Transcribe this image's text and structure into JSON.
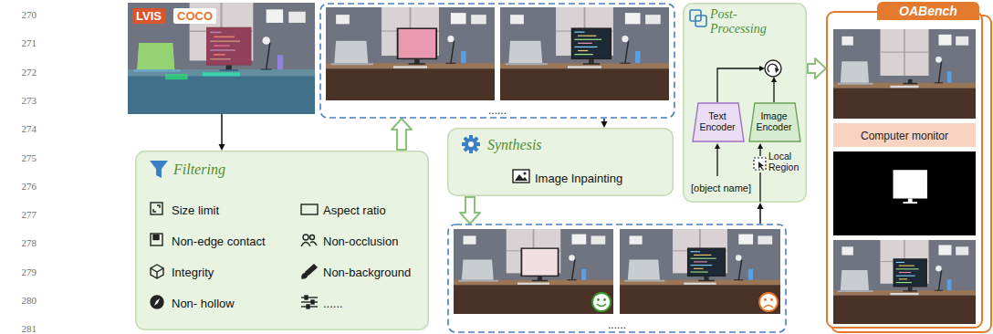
{
  "diagram": {
    "nodes": [
      {
        "text": [
          "LVIS",
          "COCO"
        ]
      },
      {
        "text": [
          "......"
        ]
      },
      {
        "text": [
          "Post-Processing"
        ]
      },
      {
        "text": [
          "Text Encoder"
        ],
        "in": 2
      },
      {
        "text": [
          "Image Encoder"
        ],
        "in": 2
      },
      {
        "text": [
          "OABench"
        ]
      },
      {
        "text": [
          "Computer monitor"
        ],
        "in": 5
      },
      {
        "text": [
          "Filtering",
          "Size limit",
          "Aspect ratio",
          "Non-edge contact",
          "Non-occlusion",
          "Integrity",
          "Non-background",
          "Non- hollow",
          "......"
        ]
      },
      {
        "text": [
          "Synthesis",
          "Image Inpainting"
        ]
      },
      {
        "text": [
          "......"
        ]
      }
    ],
    "edges": [
      {
        "from": 0,
        "to": 7,
        "arrow": "to"
      },
      {
        "from": 7,
        "to": 1,
        "arrow": "to"
      },
      {
        "from": 1,
        "to": 8,
        "arrow": "to"
      },
      {
        "from": 8,
        "to": 9,
        "arrow": "to"
      },
      {
        "from": 9,
        "to": 2,
        "arrow": "to"
      },
      {
        "from": 2,
        "to": 5,
        "arrow": "to"
      }
    ],
    "labels": [
      "270",
      "271",
      "272",
      "273",
      "274",
      "275",
      "276",
      "277",
      "278",
      "279",
      "280",
      "281",
      "[object name]",
      "Local Region"
    ]
  }
}
